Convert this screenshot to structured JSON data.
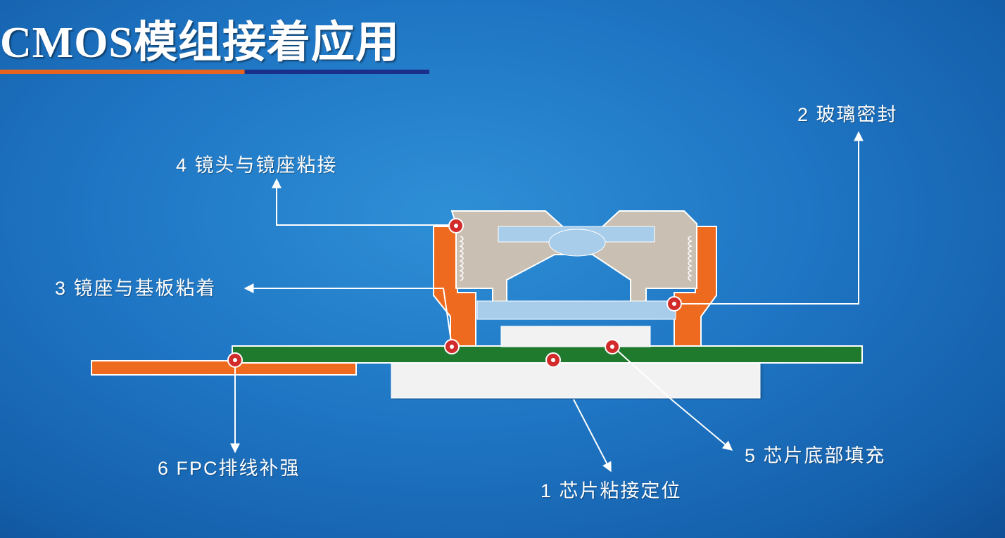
{
  "title": "CMOS模组接着应用",
  "labels": {
    "glass_seal": "2 玻璃密封",
    "lens_holder_bond": "4 镜头与镜座粘接",
    "holder_substrate_bond": "3 镜座与基板粘着",
    "fpc_reinforce": "6 FPC排线补强",
    "chip_bond": "1 芯片粘接定位",
    "underfill": "5 芯片底部填充"
  },
  "colors": {
    "background": "#1f76c4",
    "holder": "#ee6a1e",
    "lens_barrel": "#c9bfb3",
    "lens": "#a8cdea",
    "glass": "#a8cdea",
    "substrate": "#1f7a2e",
    "fpc": "#ee6a1e",
    "chip": "#f2f2f2",
    "marker": "#d22b2b"
  },
  "markers": [
    "lens-holder-bond-point",
    "glass-seal-point",
    "holder-substrate-bond-point",
    "fpc-reinforce-point",
    "chip-bond-point",
    "underfill-point"
  ]
}
